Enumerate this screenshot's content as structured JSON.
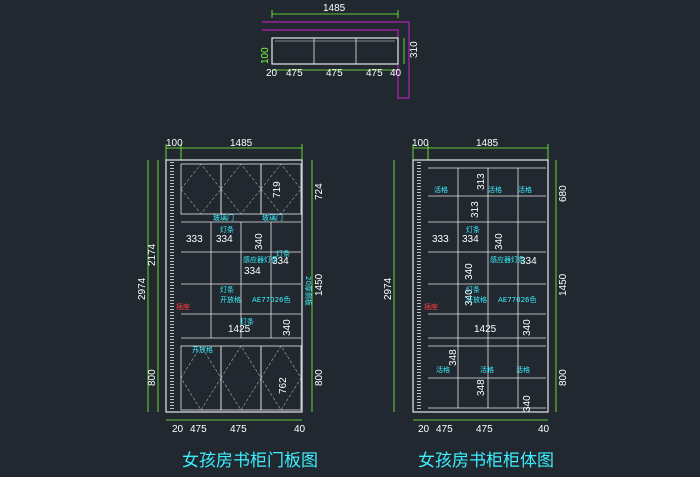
{
  "colors": {
    "background": "#212830",
    "dimension": "#7cff3c",
    "outline": "#e8e8e8",
    "annotation": "#3cf0ff",
    "highlight": "#ff3b3b",
    "accent": "#d020d0"
  },
  "top_view": {
    "width_label": "1485",
    "depth_label": "310",
    "left_label": "100",
    "bottom_labels": [
      "20",
      "475",
      "475",
      "475",
      "40"
    ]
  },
  "door_view": {
    "caption": "女孩房书柜门板图",
    "top_labels": [
      "100",
      "1485"
    ],
    "left_labels": [
      "2974",
      "2174",
      "800"
    ],
    "right_labels": [
      "724",
      "1450",
      "800"
    ],
    "inner_labels": [
      "719",
      "333",
      "334",
      "340",
      "334",
      "334",
      "1425",
      "340",
      "762"
    ],
    "notes": [
      "玻璃门",
      "玻璃门",
      "灯条",
      "灯条",
      "灯条",
      "开放格",
      "灯条",
      "感应器灯条",
      "开放格",
      "AE77026色"
    ],
    "side_note": "20厚侧板",
    "red_note": "插座",
    "bottom_labels": [
      "20",
      "475",
      "475",
      "40"
    ]
  },
  "body_view": {
    "caption": "女孩房书柜柜体图",
    "top_labels": [
      "100",
      "1485"
    ],
    "left_labels": [
      "2974"
    ],
    "right_labels": [
      "680",
      "1450",
      "800"
    ],
    "inner_labels": [
      "313",
      "313",
      "333",
      "334",
      "340",
      "340",
      "334",
      "340",
      "1425",
      "348",
      "348",
      "340",
      "340"
    ],
    "notes": [
      "活格",
      "活格",
      "活格",
      "灯条",
      "感应器灯条",
      "灯条",
      "开放格",
      "AE77026色",
      "活格",
      "活格",
      "活格"
    ],
    "red_note": "插座",
    "bottom_labels": [
      "20",
      "475",
      "475",
      "40"
    ]
  }
}
